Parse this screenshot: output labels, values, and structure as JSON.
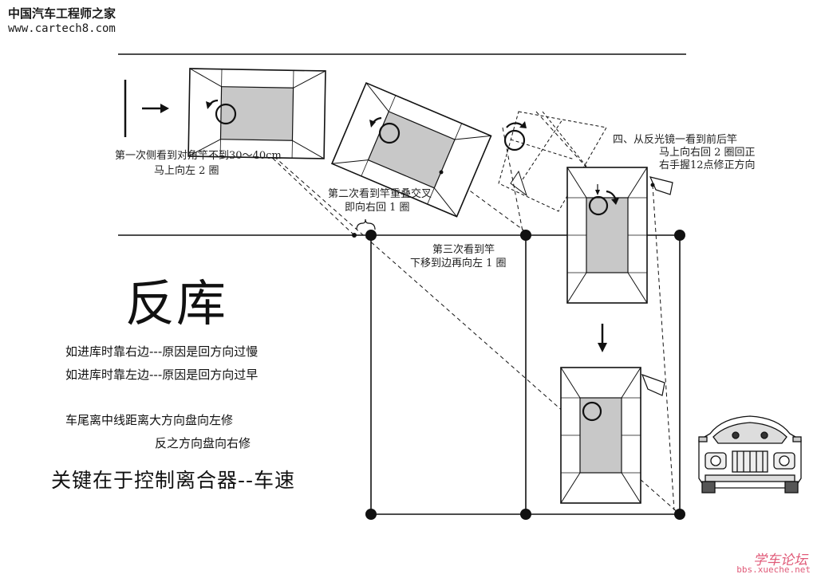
{
  "watermark": {
    "site_name": "中国汽车工程师之家",
    "site_url": "www.cartech8.com"
  },
  "title": "反库",
  "steps": {
    "step1_line1": "第一次侧看到对角竿不到30～40cm",
    "step1_line2": "马上向左 2 圈",
    "step2_line1": "第二次看到竿重叠交叉",
    "step2_line2": "即向右回 1 圈",
    "step3_line1": "第三次看到竿",
    "step3_line2": "下移到边再向左 1 圈",
    "step4_line1": "四、从反光镜一看到前后竿",
    "step4_line2": "马上向右回 2 圈回正",
    "step4_line3": "右手握12点修正方向"
  },
  "rules": {
    "rule1": "如进库时靠右边---原因是回方向过慢",
    "rule2": "如进库时靠左边---原因是回方向过早",
    "rule3": "车尾离中线距离大方向盘向左修",
    "rule4": "反之方向盘向右修"
  },
  "key_point": "关键在于控制离合器--车速",
  "footer_watermark": {
    "forum_name": "学车论坛",
    "forum_url": "bbs.xueche.net"
  },
  "colors": {
    "ink": "#111111",
    "car_roof": "#c8c8c8",
    "watermark_pink": "#e05a78"
  }
}
